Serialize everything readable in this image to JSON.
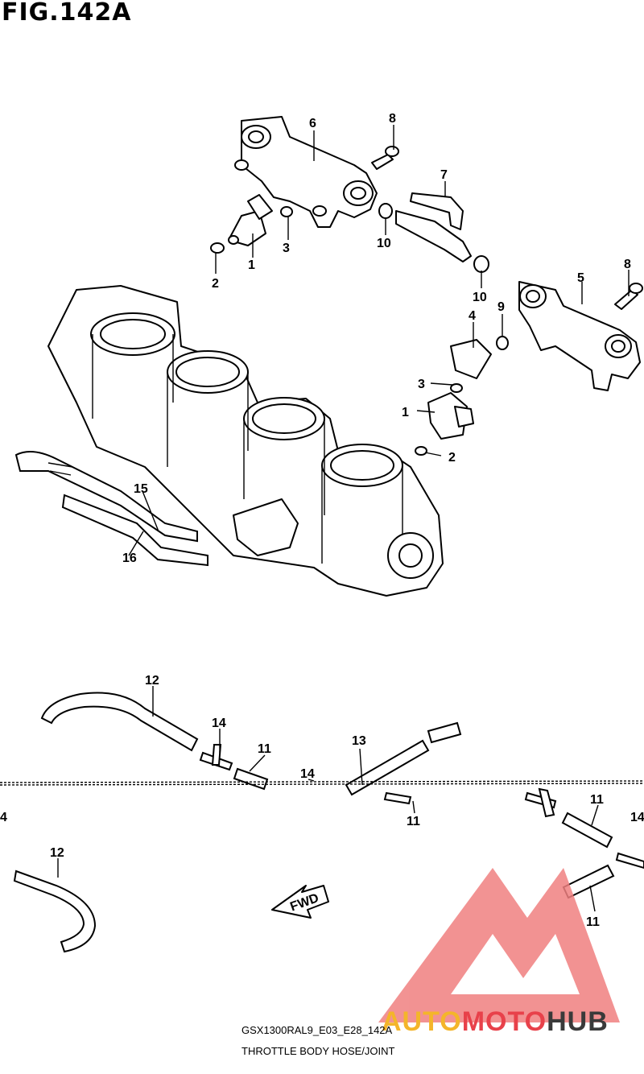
{
  "figure": {
    "title": "FIG.142A"
  },
  "caption": {
    "model_code": "GSX1300RAL9_E03_E28_142A",
    "description": "THROTTLE BODY HOSE/JOINT"
  },
  "fwd_arrow": {
    "label": "FWD"
  },
  "watermark": {
    "part1": "AUTO",
    "part2": "MOTO",
    "part3": "HUB",
    "colors": {
      "triangle": "#f08080",
      "auto": "#f4b52a",
      "moto": "#e8414a",
      "hub": "#3a3a3a"
    }
  },
  "callouts": {
    "c1a": "1",
    "c1b": "1",
    "c2a": "2",
    "c2b": "2",
    "c3a": "3",
    "c3b": "3",
    "c4": "4",
    "c5": "5",
    "c6": "6",
    "c7": "7",
    "c8a": "8",
    "c8b": "8",
    "c9": "9",
    "c10a": "10",
    "c10b": "10",
    "c11a": "11",
    "c11b": "11",
    "c11c": "11",
    "c11d": "11",
    "c12a": "12",
    "c12b": "12",
    "c13": "13",
    "c14a": "14",
    "c14b": "14",
    "c14c": "4",
    "c14d": "14",
    "c15": "15",
    "c16": "16"
  }
}
